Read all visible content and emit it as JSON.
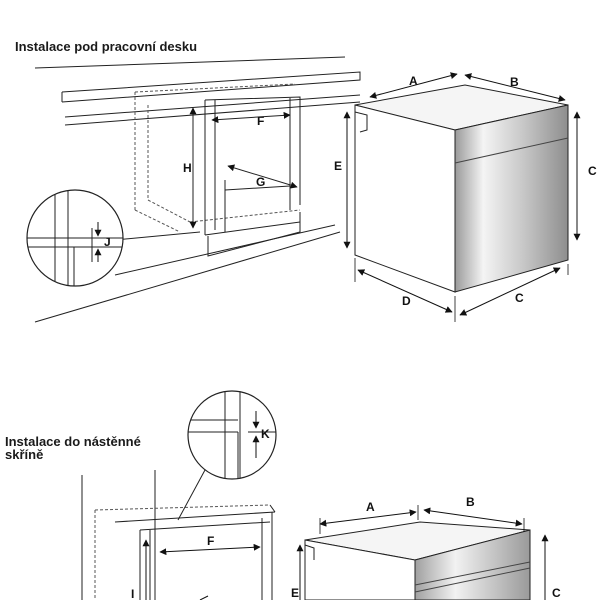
{
  "headings": {
    "under_counter": "Instalace pod pracovní desku",
    "wall_cabinet": "Instalace do nástěnné\nskříně"
  },
  "labels": {
    "A": "A",
    "B": "B",
    "C": "C",
    "D": "D",
    "E": "E",
    "F": "F",
    "G": "G",
    "H": "H",
    "I": "I",
    "J": "J",
    "K": "K"
  },
  "colors": {
    "line": "#222222",
    "dashed": "#555555",
    "steel_light": "#f2f2f2",
    "steel_mid": "#bdbdbd",
    "steel_dark": "#8a8a8a"
  }
}
